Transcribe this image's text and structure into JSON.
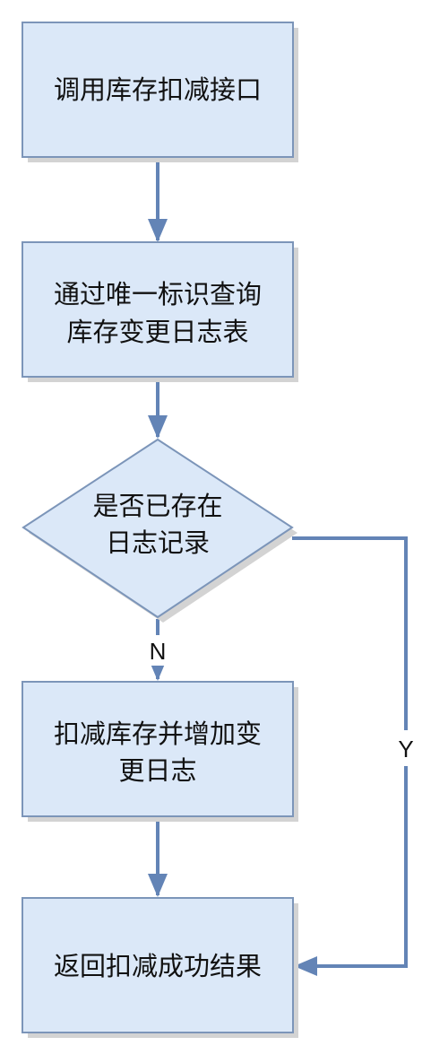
{
  "colors": {
    "fill": "#dbe8f8",
    "stroke": "#7c95b9",
    "connector": "#6384b6",
    "shadow": "#d3d3d3",
    "text": "#111111"
  },
  "nodes": {
    "start": {
      "lines": [
        "调用库存扣减接口"
      ]
    },
    "query": {
      "lines": [
        "通过唯一标识查询",
        "库存变更日志表"
      ]
    },
    "decision": {
      "lines": [
        "是否已存在",
        "日志记录"
      ]
    },
    "deduct": {
      "lines": [
        "扣减库存并增加变",
        "更日志"
      ]
    },
    "result": {
      "lines": [
        "返回扣减成功结果"
      ]
    }
  },
  "edges": {
    "no_label": "N",
    "yes_label": "Y"
  }
}
